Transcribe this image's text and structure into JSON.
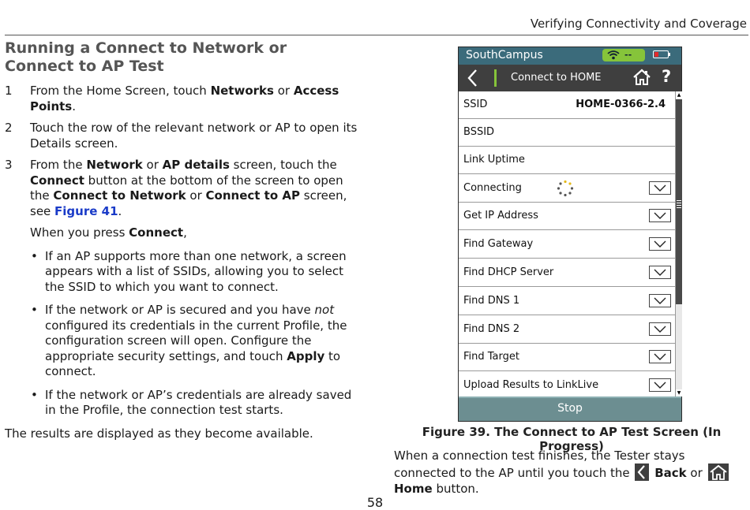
{
  "header": {
    "title": "Verifying Connectivity and Coverage"
  },
  "page_number": "58",
  "section": {
    "title": "Running a Connect to Network or Connect to AP Test",
    "steps": [
      {
        "num": "1",
        "parts": [
          "From the Home Screen, touch ",
          "Networks",
          " or ",
          "Access Points",
          "."
        ]
      },
      {
        "num": "2",
        "text": "Touch the row of the relevant network or AP to open its Details screen."
      },
      {
        "num": "3",
        "parts": [
          "From the ",
          "Network",
          " or ",
          "AP details",
          " screen, touch the ",
          "Connect",
          " button at the bottom of the screen to open the ",
          "Connect to Network",
          " or ",
          "Connect to AP",
          " screen, see ",
          "Figure 41",
          "."
        ],
        "when_press": [
          "When you press ",
          "Connect",
          ","
        ],
        "bullets": [
          {
            "text": "If an AP supports more than one network, a screen appears with a list of SSIDs, allowing you to select the SSID to which you want to connect."
          },
          {
            "parts": [
              "If the network or AP is secured and you have ",
              "not",
              " configured its credentials in the current Profile, the configuration screen will open. Configure the appropriate security settings, and touch ",
              "Apply",
              " to connect."
            ]
          },
          {
            "text": "If the network or AP’s credentials are already saved in the Profile, the connection test starts."
          }
        ]
      }
    ],
    "closing": "The results are displayed as they become available."
  },
  "device": {
    "status_title": "SouthCampus",
    "wifi_status": "--",
    "colors": {
      "status_bar": "#3b6b7b",
      "wifi_badge": "#86c43a",
      "battery_low": "#e32b2b",
      "stop_bar": "#6c8e91"
    },
    "nav": {
      "back_icon": "chevron-left-icon",
      "title": "Connect to HOME-0366",
      "home_icon": "home-icon",
      "help": "?"
    },
    "rows": [
      {
        "label": "SSID",
        "value": "HOME-0366-2.4",
        "expandable": false
      },
      {
        "label": "BSSID",
        "value": "",
        "expandable": false
      },
      {
        "label": "Link Uptime",
        "value": "",
        "expandable": false
      },
      {
        "label": "Connecting",
        "value": "",
        "expandable": true,
        "spinner": true
      },
      {
        "label": "Get IP Address",
        "value": "",
        "expandable": true
      },
      {
        "label": "Find Gateway",
        "value": "",
        "expandable": true
      },
      {
        "label": "Find DHCP Server",
        "value": "",
        "expandable": true
      },
      {
        "label": "Find DNS 1",
        "value": "",
        "expandable": true
      },
      {
        "label": "Find DNS 2",
        "value": "",
        "expandable": true
      },
      {
        "label": "Find Target",
        "value": "",
        "expandable": true
      },
      {
        "label": "Upload Results to LinkLive",
        "value": "",
        "expandable": true
      }
    ],
    "stop_label": "Stop"
  },
  "figure_caption": "Figure 39. The Connect to AP Test Screen (In Progress)",
  "after_text": {
    "before": "When a connection test finishes, the Tester stays connected to the AP until you touch the ",
    "back": "Back",
    "or": " or ",
    "home": "Home",
    "end": " button."
  }
}
